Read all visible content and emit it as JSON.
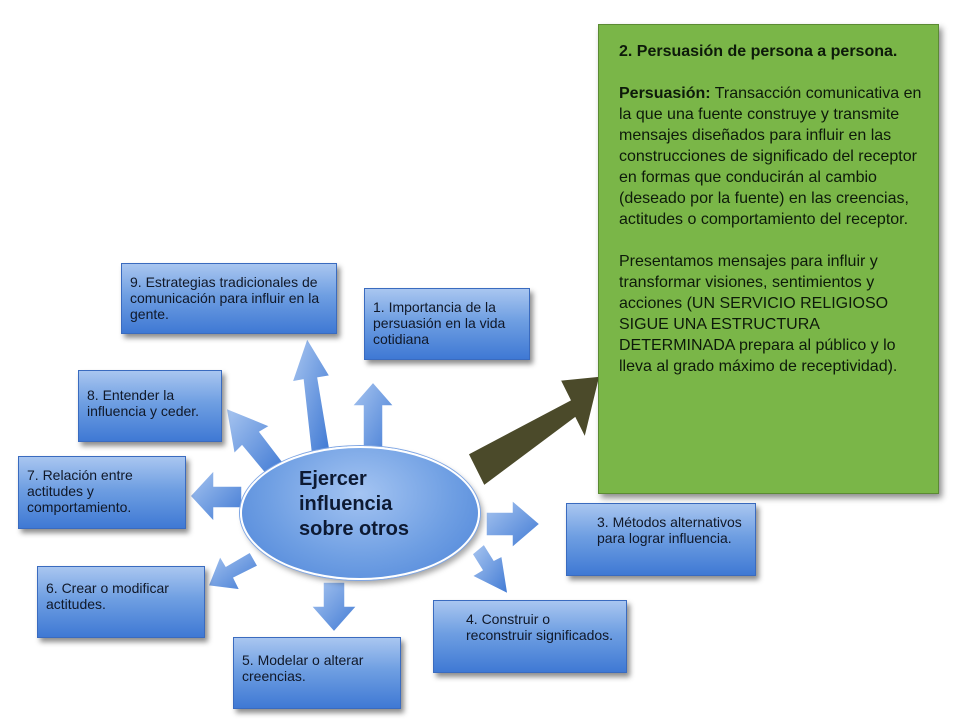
{
  "center": {
    "title": "Ejercer\ninfluencia\nsobre otros"
  },
  "boxes": {
    "b1": "1. Importancia de la persuasión en la vida cotidiana",
    "b3": "3. Métodos alternativos para lograr influencia.",
    "b4": "4. Construir o reconstruir significados.",
    "b5": "5. Modelar o alterar creencias.",
    "b6": "6. Crear o modificar actitudes.",
    "b7": "7.  Relación entre actitudes  y comportamiento.",
    "b8": "8. Entender la influencia y ceder.",
    "b9": "9. Estrategias tradicionales de comunicación para influir en la gente."
  },
  "detail": {
    "heading": "2. Persuasión de persona a persona.",
    "term": "Persuasión:",
    "definition": " Transacción comunicativa en la que una fuente construye y transmite mensajes diseñados para influir en las construcciones de significado del receptor en formas que conducirán al cambio (deseado por la fuente) en las creencias, actitudes o comportamiento del receptor.",
    "paragraph": "Presentamos mensajes para influir y transformar visiones, sentimientos y acciones (UN SERVICIO RELIGIOSO SIGUE UNA ESTRUCTURA DETERMINADA prepara al público y lo lleva al grado máximo de receptividad)."
  },
  "colors": {
    "box_fill": "#5b8fe0",
    "detail_fill": "#7ab648",
    "big_arrow": "#4b4a2a"
  }
}
